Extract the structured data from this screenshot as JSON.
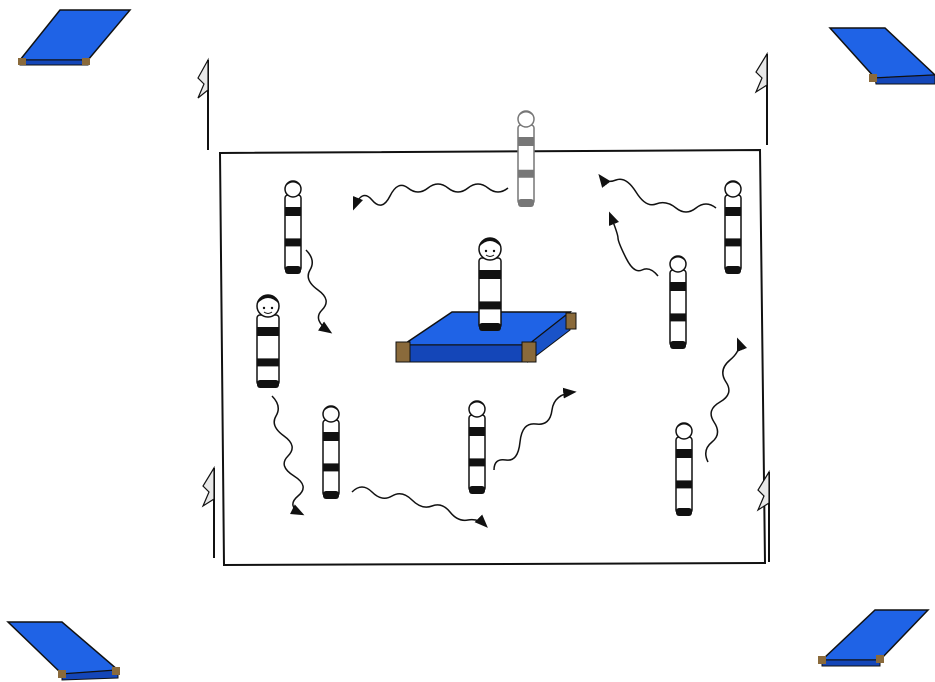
{
  "diagram": {
    "colors": {
      "mat_top": "#1f63e6",
      "mat_side": "#1446b8",
      "mat_corner": "#8a6a3b",
      "outline": "#111111",
      "player_band": "#111111",
      "player_body": "#ffffff",
      "flag": "#e8e8e8",
      "arrow": "#111111",
      "background": "#ffffff"
    },
    "elements": {
      "corner_mats": 4,
      "field_flags": 4,
      "outer_players": 8,
      "center_player": 1,
      "movement_arrows": 8
    }
  }
}
